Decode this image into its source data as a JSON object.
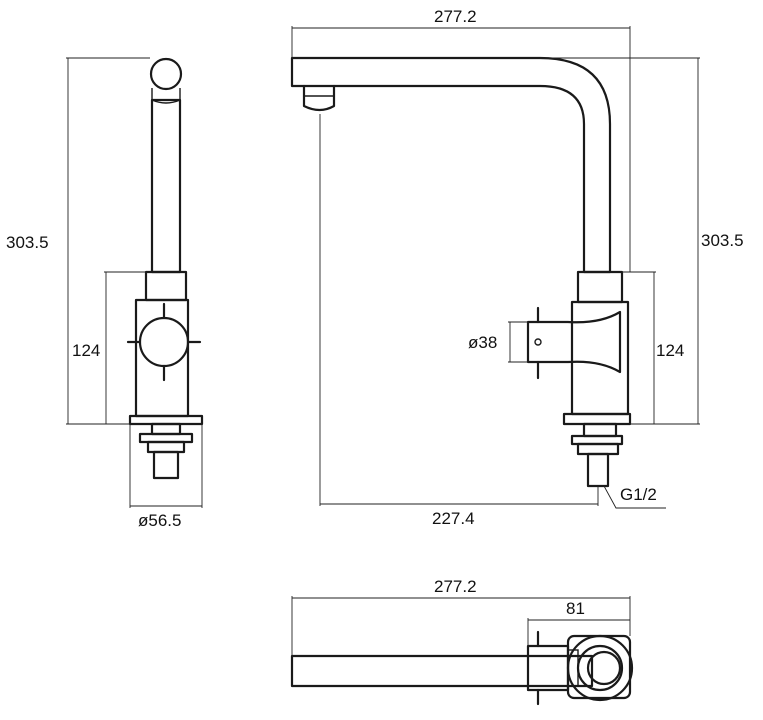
{
  "diagram": {
    "line_color": "#1a1a1a",
    "background": "#ffffff",
    "labels": {
      "side_height_total": "303.5",
      "side_height_body": "124",
      "side_base_diameter": "ø56.5",
      "front_top_width": "277.2",
      "front_height_total": "303.5",
      "front_height_body": "124",
      "front_handle_diameter": "ø38",
      "front_reach": "227.4",
      "front_thread": "G1/2",
      "top_width_total": "277.2",
      "top_width_body": "81"
    }
  }
}
